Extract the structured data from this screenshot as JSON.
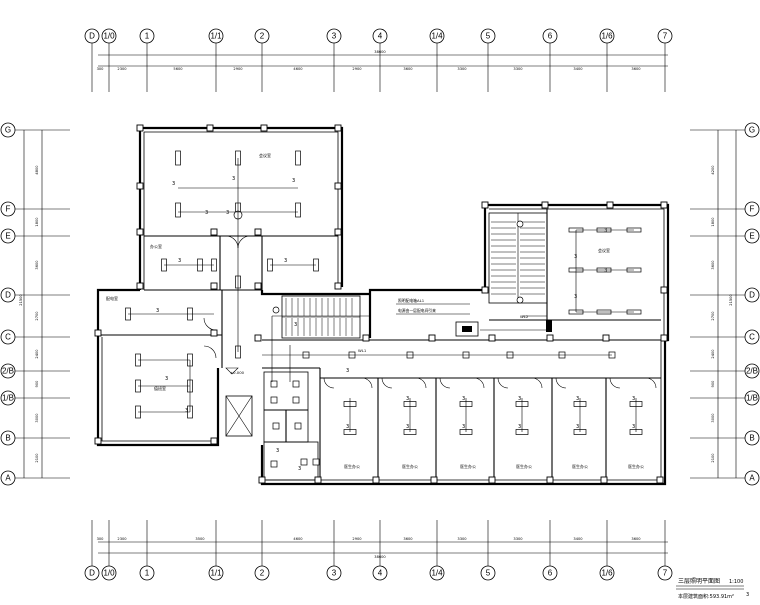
{
  "axes": {
    "columns": [
      "D",
      "1/0",
      "1",
      "1/1",
      "2",
      "3",
      "4",
      "1/4",
      "5",
      "6",
      "1/6",
      "7"
    ],
    "rows": [
      "G",
      "F",
      "E",
      "D",
      "C",
      "2/B",
      "1/B",
      "B",
      "A"
    ]
  },
  "dimensions": {
    "top_total": "38600",
    "top_segments": [
      "300",
      "2300",
      "5600",
      "2900",
      "4600",
      "2900",
      "3600",
      "3300",
      "3300",
      "3400",
      "3600"
    ],
    "bottom_total": "38600",
    "bottom_segments": [
      "300",
      "2300",
      "3500",
      "4600",
      "2900",
      "3600",
      "3300",
      "3300",
      "3400",
      "3600"
    ],
    "left_segments": [
      "4800",
      "1800",
      "3600",
      "2700",
      "2400",
      "900",
      "3000",
      "2100"
    ],
    "left_total": "21500",
    "right_segments": [
      "4200",
      "1800",
      "3600",
      "2700",
      "2400",
      "900",
      "3000",
      "2100"
    ],
    "right_total": "21500"
  },
  "rooms": {
    "office_top": "会议室",
    "office_left": "办公室",
    "room_left_small": "配电室",
    "room_left_large": "值班室",
    "room_right_top": "会议室",
    "wards": [
      "医生办公",
      "医生办公",
      "医生办公",
      "医生办公",
      "医生办公",
      "医生办公"
    ]
  },
  "annotations": {
    "elevation": "±0.000",
    "panel_note": "照明配电箱AL1",
    "panel_note_2": "电源由一层配电间引来",
    "circuit_1": "WL1",
    "circuit_2": "WL2",
    "count_label": "3"
  },
  "title_block": {
    "title": "三层照明平面图",
    "scale": "1:100",
    "area_note": "本层建筑面积:593.91m²",
    "sheet": "3"
  }
}
